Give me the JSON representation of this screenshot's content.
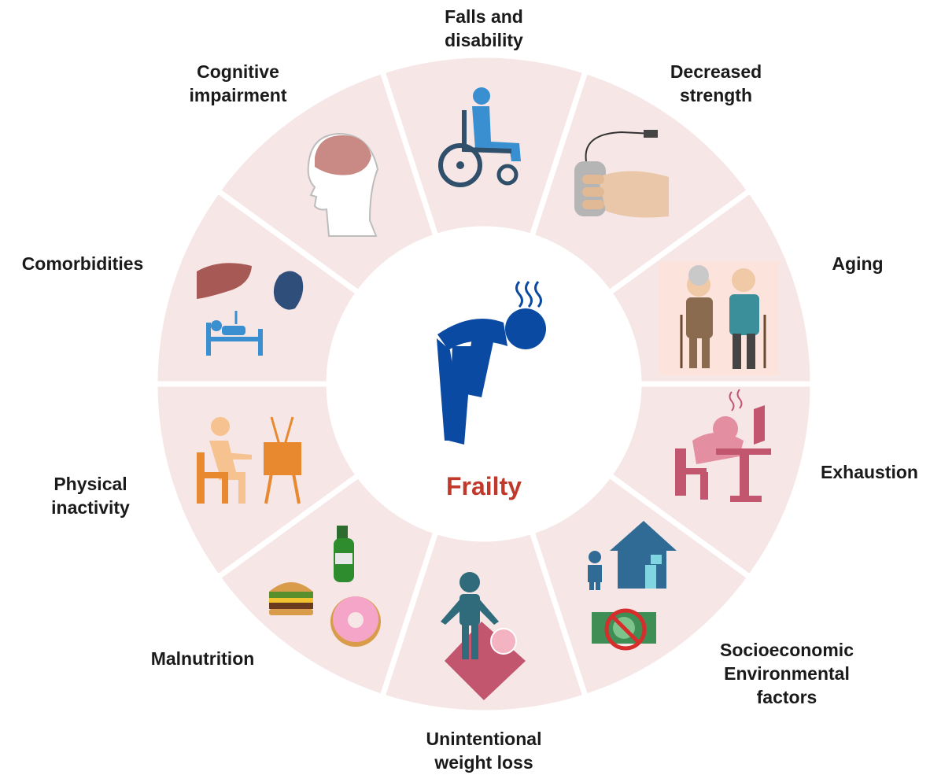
{
  "center": {
    "title": "Frailty",
    "color": "#c0392b"
  },
  "colors": {
    "segment": "#f6e6e6",
    "gap": "#ffffff",
    "figure": "#0b4aa2"
  },
  "factors": [
    {
      "id": "falls",
      "icon": "wheelchair-icon",
      "lines": [
        "Falls and",
        "disability"
      ]
    },
    {
      "id": "strength",
      "icon": "hand-grip-dynamometer-icon",
      "lines": [
        "Decreased",
        "strength"
      ]
    },
    {
      "id": "aging",
      "icon": "elderly-couple-icon",
      "lines": [
        "Aging"
      ]
    },
    {
      "id": "exhaustion",
      "icon": "exhausted-person-desk-icon",
      "lines": [
        "Exhaustion"
      ]
    },
    {
      "id": "socioeconomic",
      "icon": "house-money-icon",
      "lines": [
        "Socioeconomic",
        "Environmental",
        "factors"
      ]
    },
    {
      "id": "weight-loss",
      "icon": "scale-person-icon",
      "lines": [
        "Unintentional",
        "weight loss"
      ]
    },
    {
      "id": "malnutrition",
      "icon": "junk-food-icon",
      "lines": [
        "Malnutrition"
      ]
    },
    {
      "id": "inactivity",
      "icon": "person-watching-tv-icon",
      "lines": [
        "Physical",
        "inactivity"
      ]
    },
    {
      "id": "comorbidities",
      "icon": "organs-hospital-bed-icon",
      "lines": [
        "Comorbidities"
      ]
    },
    {
      "id": "cognitive",
      "icon": "brain-head-icon",
      "lines": [
        "Cognitive",
        "impairment"
      ]
    }
  ]
}
